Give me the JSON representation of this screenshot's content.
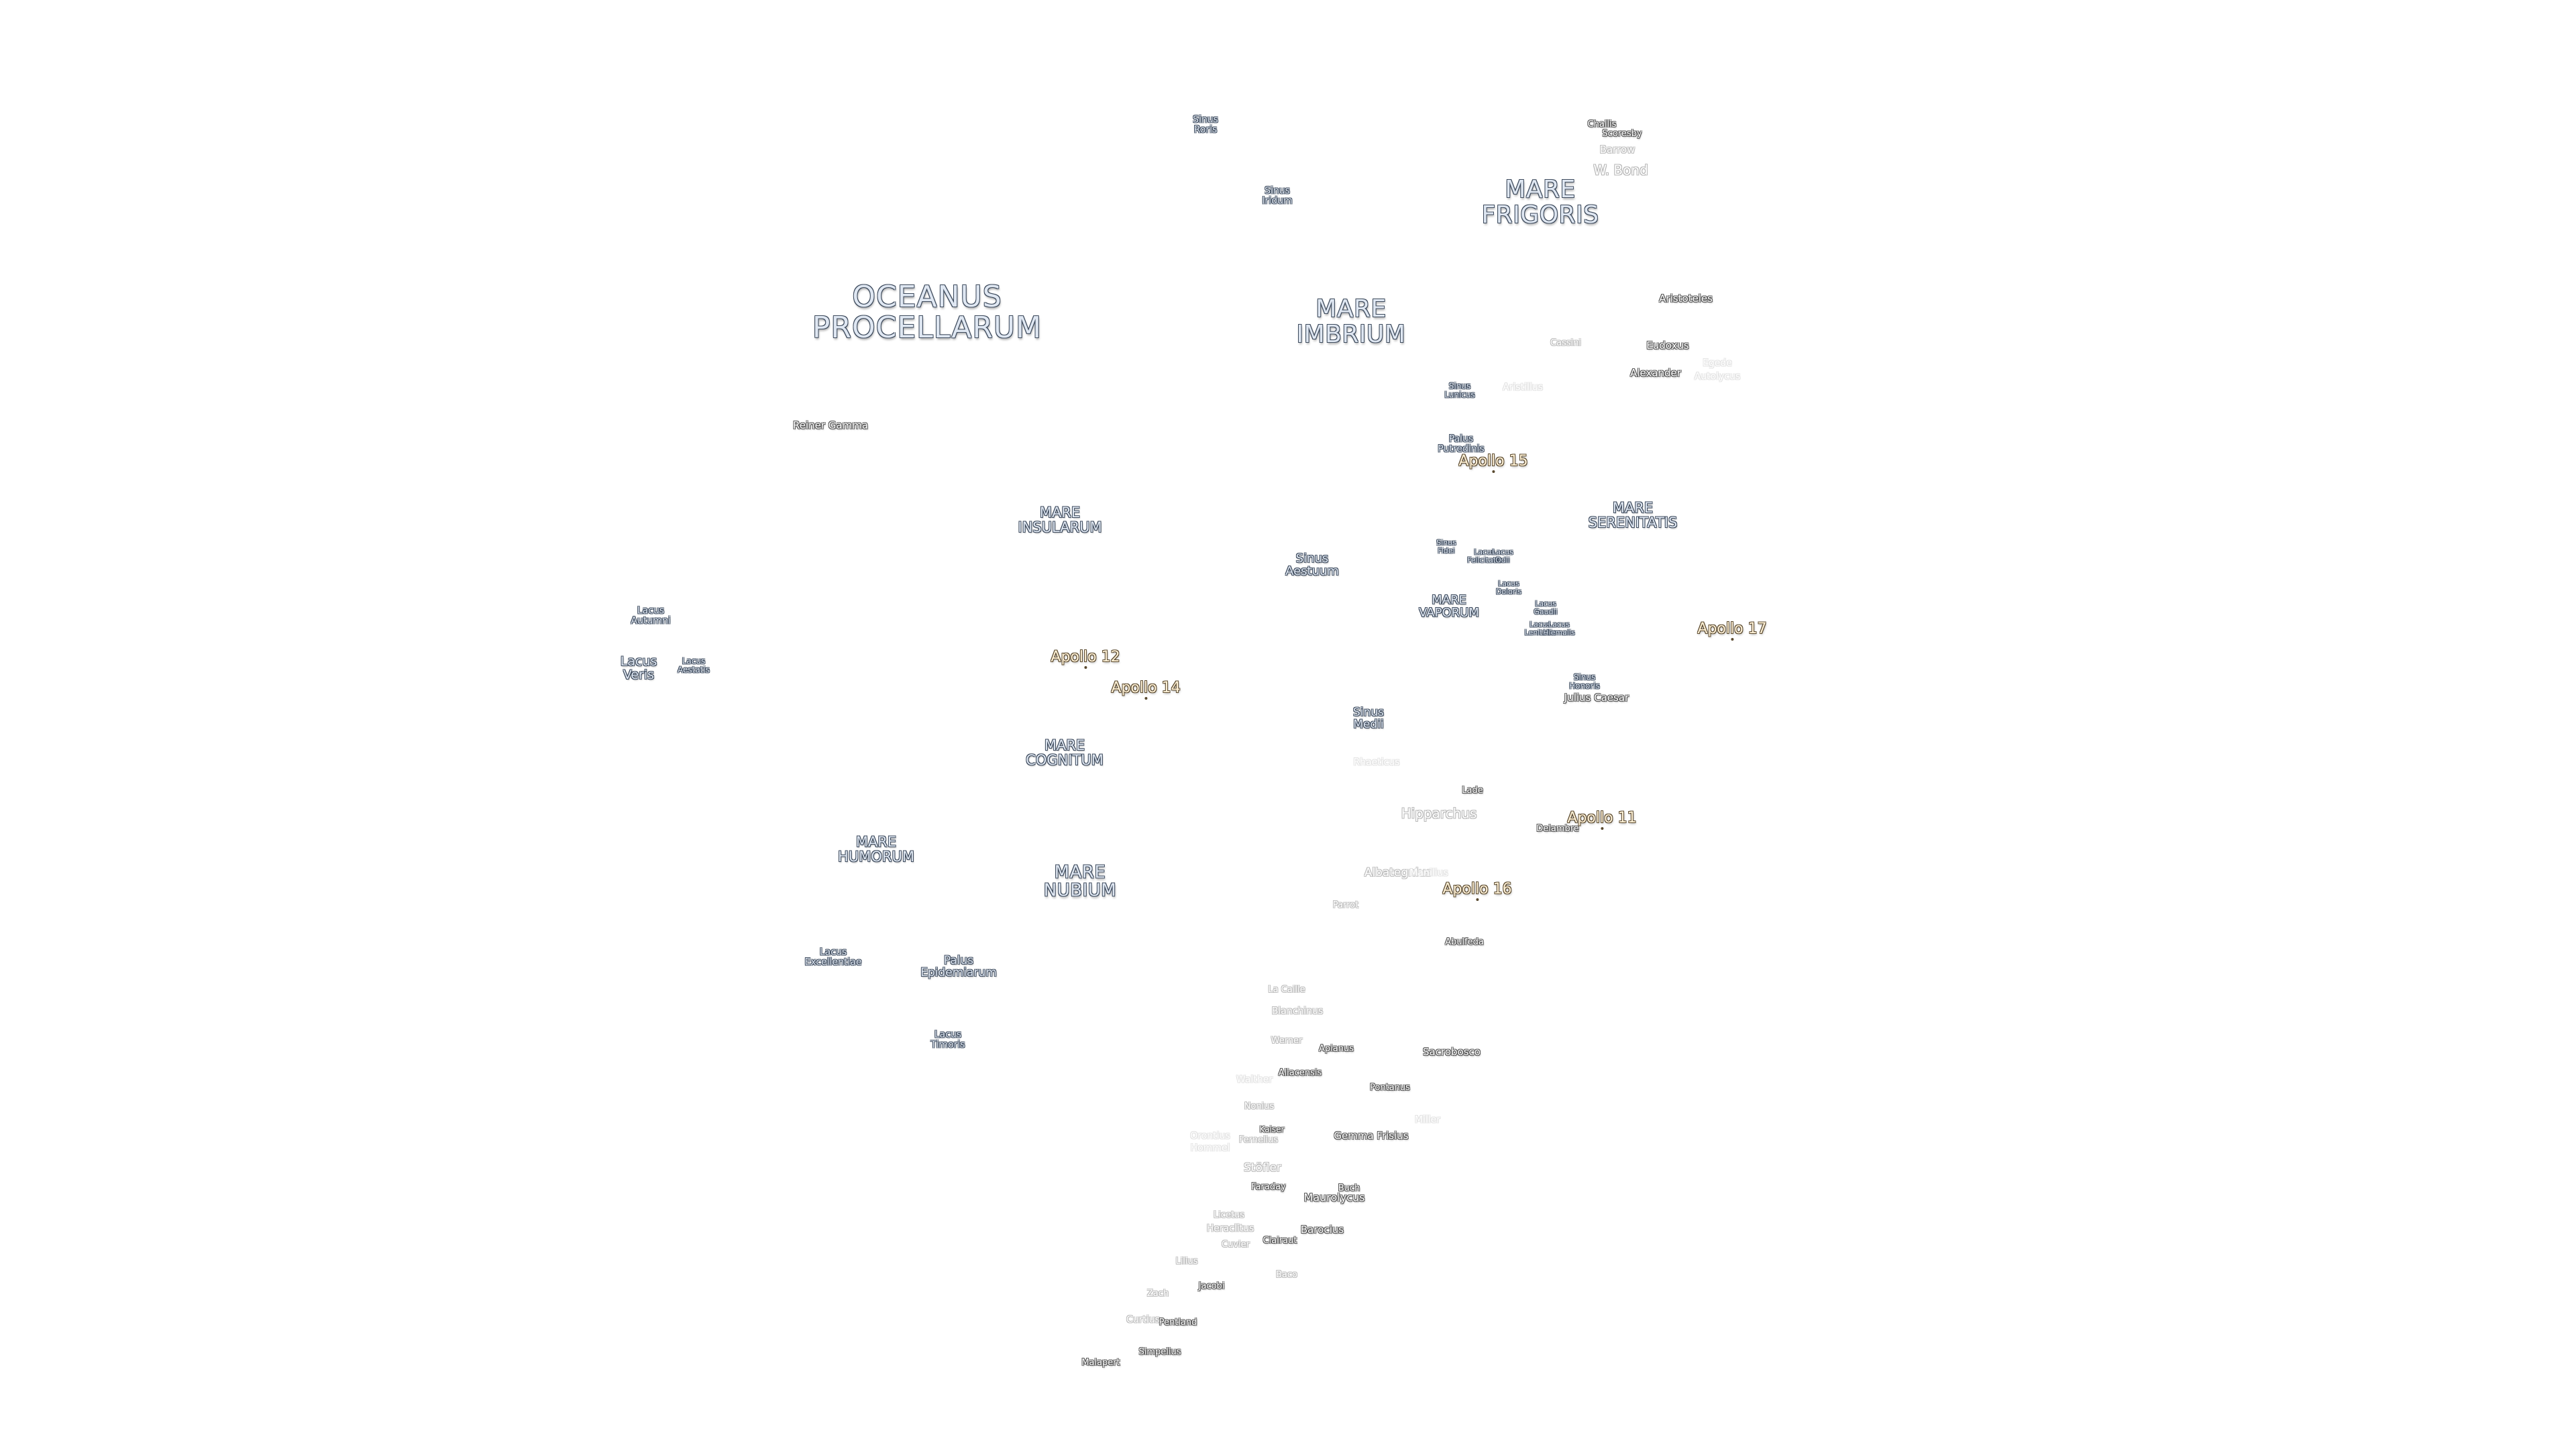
{
  "map": {
    "oceans": [
      {
        "id": "oceanus-procellarum",
        "text": "OCEANUS\nPROCELLARUM"
      }
    ],
    "maria": [
      {
        "id": "mare-frigoris",
        "text": "MARE\nFRIGORIS"
      },
      {
        "id": "mare-imbrium",
        "text": "MARE\nIMBRIUM"
      },
      {
        "id": "mare-insularum",
        "text": "MARE\nINSULARUM"
      },
      {
        "id": "mare-serenitatis",
        "text": "MARE\nSERENITATIS"
      },
      {
        "id": "mare-cognitum",
        "text": "MARE\nCOGNITUM"
      },
      {
        "id": "mare-humorum",
        "text": "MARE\nHUMORUM"
      },
      {
        "id": "mare-nubium",
        "text": "MARE\nNUBIUM"
      },
      {
        "id": "mare-vaporum",
        "text": "MARE\nVAPORUM"
      }
    ],
    "minor_features": [
      {
        "id": "sinus-roris",
        "text": "Sinus\nRoris"
      },
      {
        "id": "sinus-iridum",
        "text": "Sinus\nIridum"
      },
      {
        "id": "sinus-lunicus",
        "text": "Sinus\nLunicus"
      },
      {
        "id": "palus-putredinis",
        "text": "Palus\nPutredinis"
      },
      {
        "id": "sinus-aestuum",
        "text": "Sinus\nAestuum"
      },
      {
        "id": "sinus-fidei",
        "text": "Sinus\nFidei"
      },
      {
        "id": "lacus-felicitatis",
        "text": "Lacus\nFelicitatis"
      },
      {
        "id": "lacus-odii",
        "text": "Lacus\nOdii"
      },
      {
        "id": "lacus-doloris",
        "text": "Lacus\nDoloris"
      },
      {
        "id": "lacus-gaudii",
        "text": "Lacus\nGaudii"
      },
      {
        "id": "lacus-lenitatis",
        "text": "Lacus\nLenitatis"
      },
      {
        "id": "lacus-hiemalis",
        "text": "Lacus\nHiemalis"
      },
      {
        "id": "sinus-honoris",
        "text": "Sinus\nHonoris"
      },
      {
        "id": "sinus-medii",
        "text": "Sinus\nMedii"
      },
      {
        "id": "lacus-autumni",
        "text": "Lacus\nAutumni"
      },
      {
        "id": "lacus-veris",
        "text": "Lacus\nVeris"
      },
      {
        "id": "lacus-aestatis",
        "text": "Lacus\nAestatis"
      },
      {
        "id": "lacus-excellentiae",
        "text": "Lacus\nExcellentiae"
      },
      {
        "id": "palus-epidemiarum",
        "text": "Palus\nEpidemiarum"
      },
      {
        "id": "lacus-timoris",
        "text": "Lacus\nTimoris"
      }
    ],
    "craters": [
      {
        "id": "challis",
        "text": "Challis"
      },
      {
        "id": "scoresby",
        "text": "Scoresby"
      },
      {
        "id": "barrow",
        "text": "Barrow"
      },
      {
        "id": "w-bond",
        "text": "W. Bond"
      },
      {
        "id": "aristoteles",
        "text": "Aristoteles"
      },
      {
        "id": "cassini",
        "text": "Cassini"
      },
      {
        "id": "eudoxus",
        "text": "Eudoxus"
      },
      {
        "id": "alexander",
        "text": "Alexander"
      },
      {
        "id": "aristillus",
        "text": "Aristillus"
      },
      {
        "id": "reiner-gamma",
        "text": "Reiner Gamma"
      },
      {
        "id": "julius-caesar",
        "text": "Julius Caesar"
      },
      {
        "id": "rhaeticus",
        "text": "Rhaeticus"
      },
      {
        "id": "lade",
        "text": "Lade"
      },
      {
        "id": "hipparchus",
        "text": "Hipparchus"
      },
      {
        "id": "delambre",
        "text": "Delambre"
      },
      {
        "id": "albategnius",
        "text": "Albategnius"
      },
      {
        "id": "parrot",
        "text": "Parrot"
      },
      {
        "id": "abulfeda",
        "text": "Abulfeda"
      },
      {
        "id": "la-caille",
        "text": "La Caille"
      },
      {
        "id": "blanchinus",
        "text": "Blanchinus"
      },
      {
        "id": "werner",
        "text": "Werner"
      },
      {
        "id": "apianus",
        "text": "Apianus"
      },
      {
        "id": "sacrobosco",
        "text": "Sacrobosco"
      },
      {
        "id": "aliacensis",
        "text": "Aliacensis"
      },
      {
        "id": "walther",
        "text": "Walther"
      },
      {
        "id": "pontanus",
        "text": "Pontanus"
      },
      {
        "id": "nonius",
        "text": "Nonius"
      },
      {
        "id": "kaiser",
        "text": "Kaiser"
      },
      {
        "id": "fernelius",
        "text": "Fernelius"
      },
      {
        "id": "gemma-frisius",
        "text": "Gemma Frisius"
      },
      {
        "id": "stoefler",
        "text": "Stöfler"
      },
      {
        "id": "faraday",
        "text": "Faraday"
      },
      {
        "id": "buch",
        "text": "Buch"
      },
      {
        "id": "maurolycus",
        "text": "Maurolycus"
      },
      {
        "id": "licetus",
        "text": "Licetus"
      },
      {
        "id": "heraclitus",
        "text": "Heraclitus"
      },
      {
        "id": "barocius",
        "text": "Barocius"
      },
      {
        "id": "cuvier",
        "text": "Cuvier"
      },
      {
        "id": "clairaut",
        "text": "Clairaut"
      },
      {
        "id": "lilius",
        "text": "Lilius"
      },
      {
        "id": "baco",
        "text": "Baco"
      },
      {
        "id": "jacobi",
        "text": "Jacobi"
      },
      {
        "id": "zach",
        "text": "Zach"
      },
      {
        "id": "curtius",
        "text": "Curtius"
      },
      {
        "id": "pentland",
        "text": "Pentland"
      },
      {
        "id": "simpelius",
        "text": "Simpelius"
      },
      {
        "id": "malapert",
        "text": "Malapert"
      }
    ],
    "ghost_labels": [
      {
        "id": "ghost-1",
        "text": "Egede"
      },
      {
        "id": "ghost-2",
        "text": "Autolycus"
      },
      {
        "id": "ghost-3",
        "text": "Manilius"
      },
      {
        "id": "ghost-4",
        "text": "Miller"
      },
      {
        "id": "ghost-5",
        "text": "Orontius"
      },
      {
        "id": "ghost-6",
        "text": "Hommel"
      }
    ],
    "apollo_sites": [
      {
        "id": "apollo-15",
        "text": "Apollo 15"
      },
      {
        "id": "apollo-17",
        "text": "Apollo 17"
      },
      {
        "id": "apollo-12",
        "text": "Apollo 12"
      },
      {
        "id": "apollo-14",
        "text": "Apollo 14"
      },
      {
        "id": "apollo-11",
        "text": "Apollo 11"
      },
      {
        "id": "apollo-16",
        "text": "Apollo 16"
      }
    ]
  },
  "colors": {
    "background": "#ffffff",
    "maria_fill": "#dfe7f2",
    "maria_outline": "#3d4a5c",
    "crater_outline": "#555555",
    "apollo_fill": "#fff1d6",
    "apollo_outline": "#5a4a30"
  }
}
